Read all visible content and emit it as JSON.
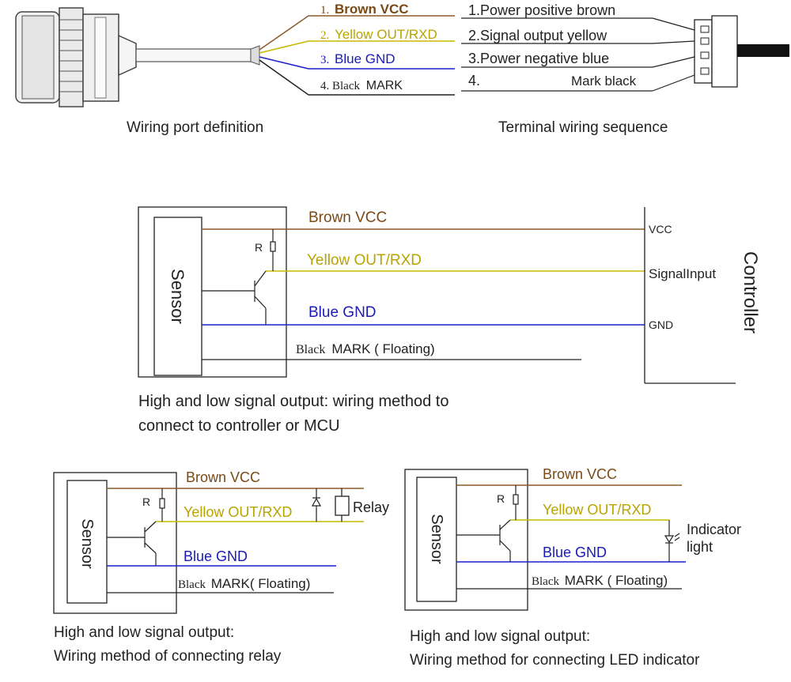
{
  "colors": {
    "brown": "#8b5a2b",
    "yellow": "#c9b800",
    "blue": "#1f1fcf",
    "black": "#222222",
    "brown_text": "#7a4a16",
    "yellow_text": "#b8a400",
    "blue_text": "#1a1ab8"
  },
  "wiring_port": {
    "wires": [
      {
        "num": "1.",
        "label": "Brown VCC"
      },
      {
        "num": "2.",
        "label": "Yellow OUT/RXD"
      },
      {
        "num": "3.",
        "label": "Blue GND"
      },
      {
        "num": "4. Black",
        "label": "MARK"
      }
    ],
    "caption": "Wiring port definition"
  },
  "terminal": {
    "rows": [
      "1.Power positive brown",
      "2.Signal output yellow",
      "3.Power negative blue",
      "4."
    ],
    "row4_right": "Mark black",
    "caption": "Terminal wiring sequence"
  },
  "controller_diagram": {
    "sensor": "Sensor",
    "resistor": "R",
    "brown": "Brown VCC",
    "yellow": "Yellow OUT/RXD",
    "blue": "Blue GND",
    "black_prefix": "Black",
    "black_label": "MARK ( Floating)",
    "vcc": "VCC",
    "signal": "SignalInput",
    "gnd": "GND",
    "controller": "Controller",
    "caption_line1": "High and low signal output: wiring method to",
    "caption_line2": "connect to controller or MCU"
  },
  "relay_diagram": {
    "sensor": "Sensor",
    "resistor": "R",
    "brown": "Brown VCC",
    "yellow": "Yellow OUT/RXD",
    "blue": "Blue GND",
    "black_prefix": "Black",
    "black_label": "MARK( Floating)",
    "relay": "Relay",
    "caption_line1": "High and low signal output:",
    "caption_line2": "Wiring method of connecting relay"
  },
  "led_diagram": {
    "sensor": "Sensor",
    "resistor": "R",
    "brown": "Brown VCC",
    "yellow": "Yellow OUT/RXD",
    "blue": "Blue GND",
    "black_prefix": "Black",
    "black_label": "MARK ( Floating)",
    "indicator_line1": "Indicator",
    "indicator_line2": "light",
    "caption_line1": "High and low signal output:",
    "caption_line2": "Wiring method for connecting LED indicator"
  }
}
